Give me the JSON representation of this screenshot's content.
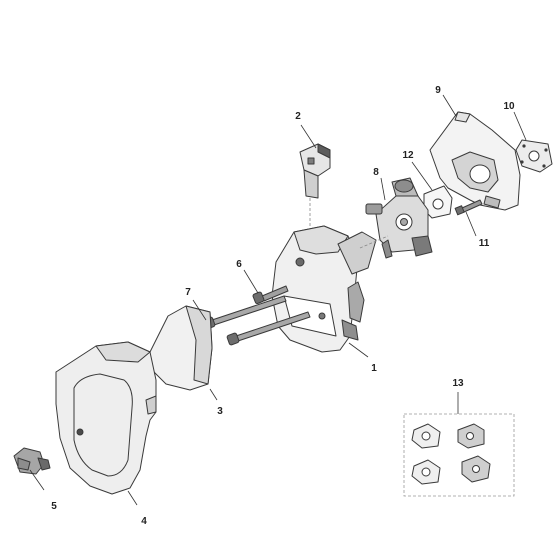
{
  "diagram": {
    "callouts": {
      "c1": "1",
      "c2": "2",
      "c3": "3",
      "c4": "4",
      "c5": "5",
      "c6": "6",
      "c7": "7",
      "c8": "8",
      "c9": "9",
      "c10": "10",
      "c11": "11",
      "c12": "12",
      "c13": "13"
    },
    "colors": {
      "line": "#3a3a3a",
      "fill_light": "#f2f2f2",
      "fill_mid": "#d9d9d9",
      "fill_dark": "#8a8a8a",
      "kit_border": "#999999"
    }
  }
}
